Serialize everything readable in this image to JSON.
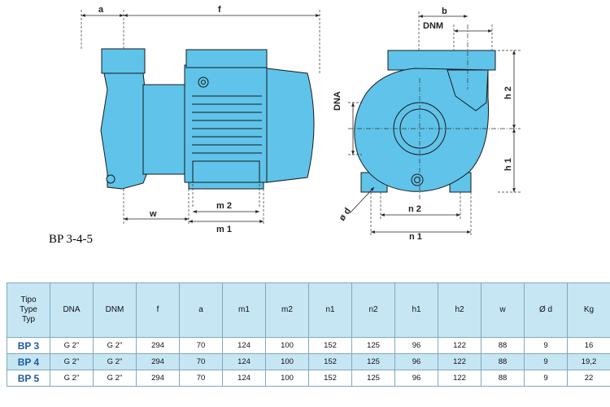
{
  "caption": "BP 3-4-5",
  "dimension_labels": {
    "a": "a",
    "f": "f",
    "w": "w",
    "m2": "m 2",
    "m1": "m 1",
    "b": "b",
    "dnm": "DNM",
    "dna": "DNA",
    "h2": "h 2",
    "h1": "h 1",
    "n2": "n 2",
    "n1": "n 1",
    "od": "ø d"
  },
  "table": {
    "header_first": [
      "Tipo",
      "Type",
      "Typ"
    ],
    "headers": [
      "DNA",
      "DNM",
      "f",
      "a",
      "m1",
      "m2",
      "n1",
      "n2",
      "h1",
      "h2",
      "w",
      "Ø d",
      "Kg"
    ],
    "rows": [
      {
        "model": "BP 3",
        "values": [
          "G 2\"",
          "G 2\"",
          "294",
          "70",
          "124",
          "100",
          "152",
          "125",
          "96",
          "122",
          "88",
          "9",
          "16"
        ]
      },
      {
        "model": "BP 4",
        "values": [
          "G 2\"",
          "G 2\"",
          "294",
          "70",
          "124",
          "100",
          "152",
          "125",
          "96",
          "122",
          "88",
          "9",
          "19,2"
        ]
      },
      {
        "model": "BP 5",
        "values": [
          "G 2\"",
          "G 2\"",
          "294",
          "70",
          "124",
          "100",
          "152",
          "125",
          "96",
          "122",
          "88",
          "9",
          "22"
        ]
      }
    ]
  },
  "colors": {
    "pump_body": "#5fc3ea",
    "outline": "#1a1a1a",
    "table_band": "#c6e6f4"
  }
}
